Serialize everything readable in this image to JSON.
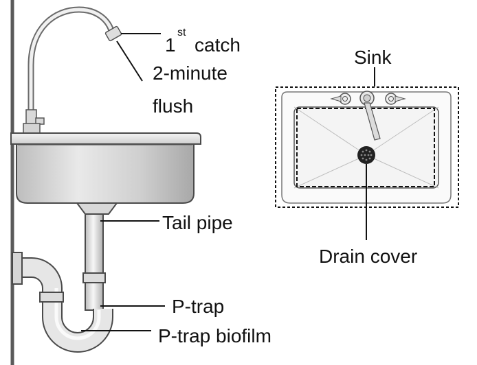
{
  "labels": {
    "first_catch_number": "1",
    "first_catch_superscript": "st",
    "first_catch_text": "catch",
    "flush_line1": "2-minute",
    "flush_line2": "flush",
    "sink": "Sink",
    "tail_pipe": "Tail pipe",
    "drain_cover": "Drain cover",
    "p_trap": "P-trap",
    "p_trap_biofilm": "P-trap biofilm"
  },
  "colors": {
    "wall": "#5a5a5a",
    "metal_light": "#f1f1f1",
    "metal_mid": "#cfcfcf",
    "metal_dark": "#9a9a9a",
    "outline": "#4a4a4a",
    "leader_line": "#111111",
    "drain": "#222222"
  }
}
